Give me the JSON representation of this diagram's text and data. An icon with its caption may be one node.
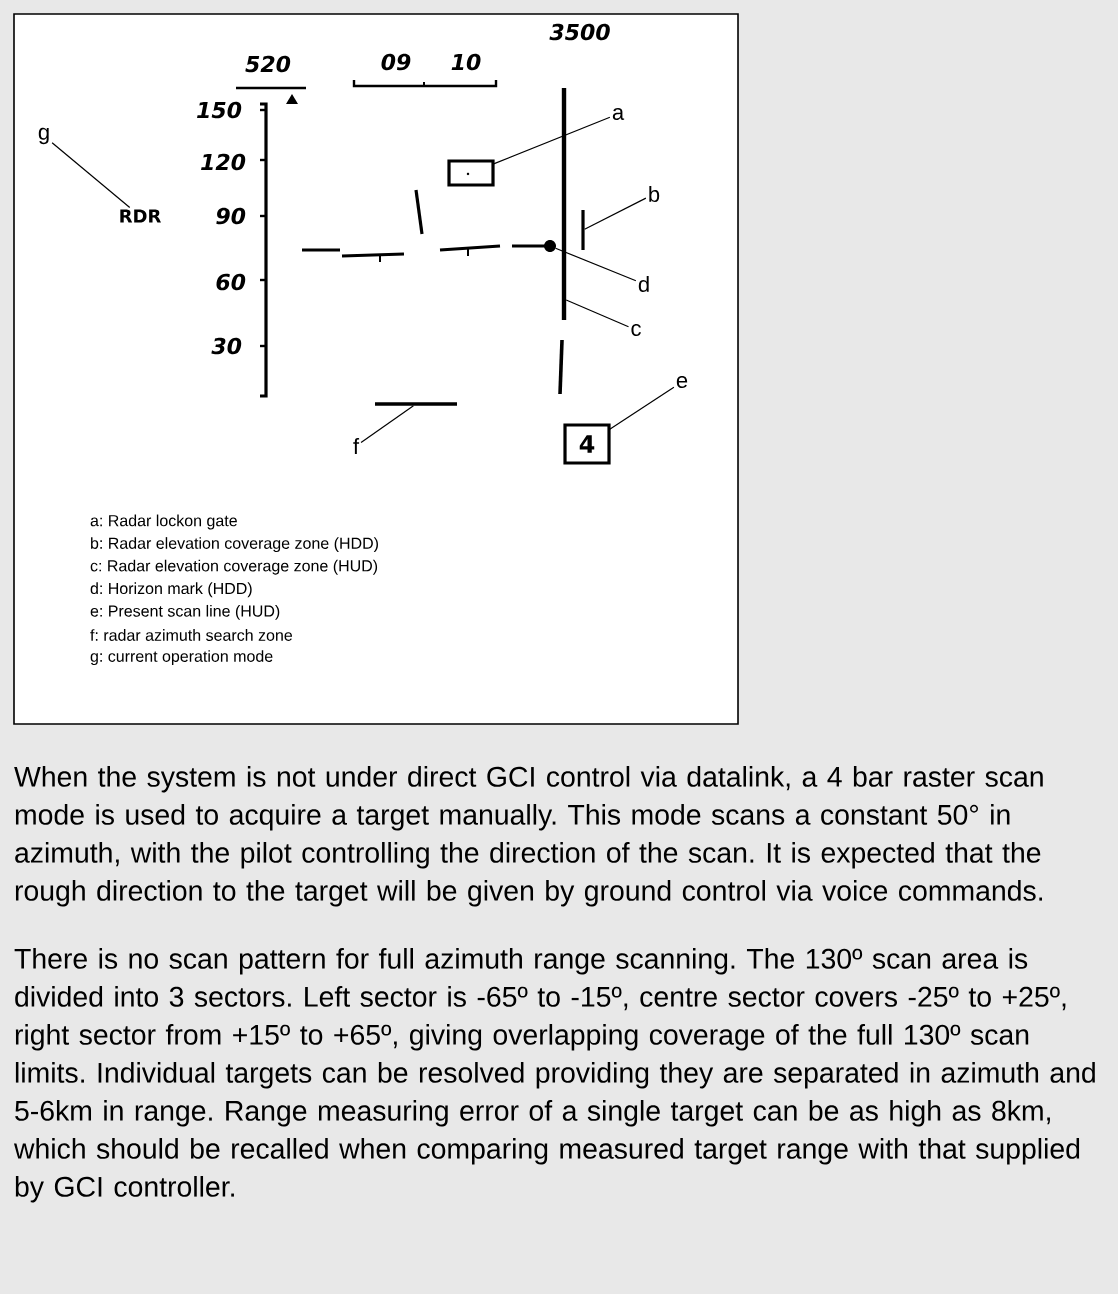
{
  "diagram": {
    "nodes": [
      {
        "text": [
          "a"
        ]
      },
      {
        "text": [],
        "shape": "box"
      },
      {
        "text": [
          "b"
        ]
      },
      {
        "text": [],
        "shape": "bar"
      },
      {
        "text": [
          "g"
        ]
      },
      {
        "text": [
          "RDR"
        ]
      },
      {
        "text": [
          "d"
        ]
      },
      {
        "text": [],
        "shape": "circle"
      },
      {
        "text": [
          "c"
        ]
      },
      {
        "text": [],
        "shape": "bar"
      },
      {
        "text": [
          "e"
        ]
      },
      {
        "text": [
          "4"
        ]
      },
      {
        "text": [
          "f"
        ]
      },
      {
        "text": [],
        "shape": "bar"
      }
    ],
    "edges": [
      {
        "from": 0,
        "to": 1,
        "arrow": "none"
      },
      {
        "from": 2,
        "to": 3,
        "arrow": "none"
      },
      {
        "from": 4,
        "to": 5,
        "arrow": "none"
      },
      {
        "from": 6,
        "to": 7,
        "arrow": "none"
      },
      {
        "from": 8,
        "to": 9,
        "arrow": "none"
      },
      {
        "from": 10,
        "to": 11,
        "arrow": "none"
      },
      {
        "from": 12,
        "to": 13,
        "arrow": "none"
      }
    ],
    "labels": [
      "520",
      "09",
      "10",
      "3500",
      "150",
      "120",
      "90",
      "60",
      "30",
      "a: Radar lockon gate",
      "b: Radar elevation coverage zone (HDD)",
      "c: Radar elevation coverage zone (HUD)",
      "d: Horizon mark (HDD)",
      "e: Present scan line (HUD)",
      "f: radar azimuth search zone",
      "g: current operation mode",
      "When the system is not under direct GCI control via datalink, a 4 bar raster scan mode is used to acquire a target manually. This mode scans a constant 50° in azimuth, with the pilot controlling the direction of the scan. It is expected that the rough direction to the target will be given by ground control via voice commands.",
      "There is no scan pattern for full azimuth range scanning. The 130º scan area is divided into 3 sectors. Left sector is -65º to -15º, centre sector covers -25º to +25º, right sector from +15º to +65º, giving overlapping coverage of the full 130º scan limits. Individual targets can be resolved providing they are separated in azimuth and 5-6km in range. Range measuring error of a single target can be as high as 8km, which should be recalled when comparing measured target range with that supplied by GCI controller."
    ]
  }
}
